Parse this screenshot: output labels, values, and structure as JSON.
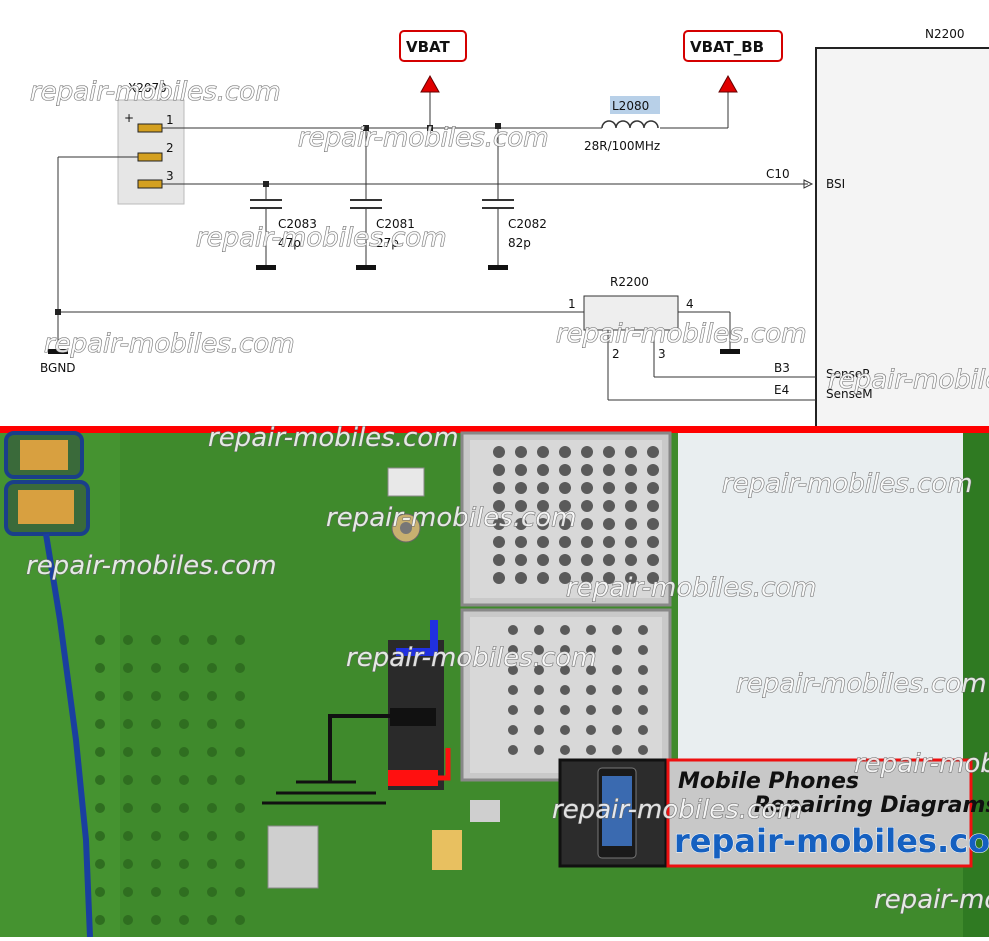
{
  "schematic": {
    "flags": {
      "vbat": "VBAT",
      "vbat_bb": "VBAT_BB"
    },
    "connector": {
      "ref": "X2070",
      "plus": "+",
      "pins": [
        "1",
        "2",
        "3"
      ]
    },
    "inductor": {
      "ref": "L2080",
      "value": "28R/100MHz"
    },
    "capacitors": [
      {
        "ref": "C2083",
        "value": "47p"
      },
      {
        "ref": "C2081",
        "value": "27p"
      },
      {
        "ref": "C2082",
        "value": "82p"
      }
    ],
    "resistor": {
      "ref": "R2200",
      "pins": [
        "1",
        "2",
        "3",
        "4"
      ]
    },
    "ground_label": "BGND",
    "ic": {
      "ref": "N2200",
      "pins": [
        "BSI",
        "SenseP",
        "SenseM"
      ],
      "nets": [
        "C10",
        "B3",
        "E4"
      ]
    }
  },
  "watermark": "repair-mobiles.com",
  "badge": {
    "line1": "Mobile Phones",
    "line2": "Repairing Diagrams",
    "site": "repair-mobiles.com"
  },
  "colors": {
    "divider": "#ff0000",
    "flag_border": "#d40000",
    "pcb": "#3f8a2c",
    "badge_site": "#1560c0",
    "trace_blue": "#1a3fa0"
  }
}
